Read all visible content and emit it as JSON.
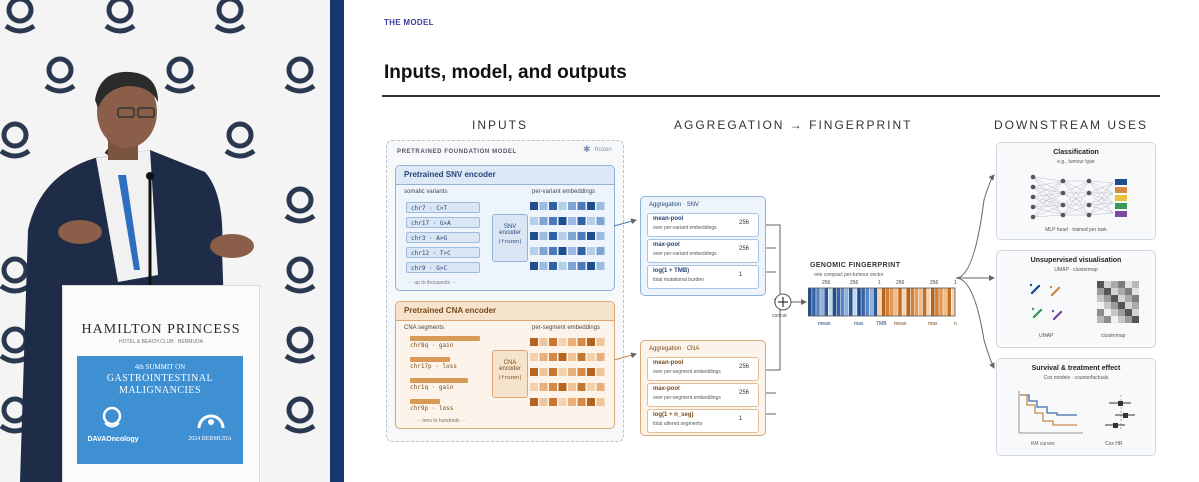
{
  "venue": {
    "podium_brand": "HAMILTON PRINCESS",
    "podium_sub": "HOTEL & BEACH CLUB · BERMUDA",
    "summit_line1": "4th SUMMIT ON",
    "summit_line2": "GASTROINTESTINAL",
    "summit_line3": "MALIGNANCIES",
    "organizer": "DAVAOncology",
    "event_badge": "2024 BERMUDA"
  },
  "slide": {
    "kicker": "THE MODEL",
    "title": "Inputs, model, and outputs",
    "col_inputs": "INPUTS",
    "col_aggregation": "AGGREGATION → FINGERPRINT",
    "col_downstream": "DOWNSTREAM USES",
    "foundation_label": "PRETRAINED FOUNDATION MODEL",
    "frozen_tag": "frozen",
    "snv": {
      "title": "Pretrained SNV encoder",
      "variants_label": "somatic variants",
      "variants": [
        "chr7 · C>T",
        "chr17 · G>A",
        "chr3 · A>G",
        "chr12 · T>C",
        "chr9 · G>C"
      ],
      "more": "··· up to thousands ···",
      "encoder_line1": "SNV",
      "encoder_line2": "encoder",
      "encoder_line3": "(frozen)",
      "embed_label": "per-variant embeddings"
    },
    "cna": {
      "title": "Pretrained CNA encoder",
      "segments_label": "CNA segments",
      "segments": [
        "chr8q · gain",
        "chr17p · loss",
        "chr1q · gain",
        "chr9p · loss"
      ],
      "more": "··· tens to hundreds ···",
      "encoder_line1": "CNA",
      "encoder_line2": "encoder",
      "encoder_line3": "(frozen)",
      "embed_label": "per-segment embeddings"
    },
    "agg_snv": {
      "title": "Aggregation · SNV",
      "items": [
        {
          "name": "mean-pool",
          "desc": "over per-variant embeddings",
          "dim": "256"
        },
        {
          "name": "max-pool",
          "desc": "over per-variant embeddings",
          "dim": "256"
        },
        {
          "name": "log(1 + TMB)",
          "desc": "total mutational burden",
          "dim": "1"
        }
      ]
    },
    "agg_cna": {
      "title": "Aggregation · CNA",
      "items": [
        {
          "name": "mean-pool",
          "desc": "over per-segment embeddings",
          "dim": "256"
        },
        {
          "name": "max-pool",
          "desc": "over per-segment embeddings",
          "dim": "256"
        },
        {
          "name": "log(1 + n_seg)",
          "desc": "total altered segments",
          "dim": "1"
        }
      ]
    },
    "concat_label": "concat",
    "fingerprint": {
      "title": "GENOMIC FINGERPRINT",
      "subtitle": "one compact per-tumour vector",
      "dims": [
        "256",
        "256",
        "1",
        "256",
        "256",
        "1"
      ],
      "labels": [
        "mean",
        "max",
        "TMB",
        "mean",
        "max",
        "n"
      ]
    },
    "downstream": {
      "classification": {
        "title": "Classification",
        "sub": "e.g., tumour type",
        "caption": "MLP head · trained per task"
      },
      "visualisation": {
        "title": "Unsupervised visualisation",
        "sub": "UMAP · clustermap",
        "cap_left": "UMAP",
        "cap_right": "clustermap"
      },
      "survival": {
        "title": "Survival & treatment effect",
        "sub": "Cox models · counterfactuals",
        "cap_left": "KM curves",
        "cap_right": "Cox HR"
      }
    }
  }
}
